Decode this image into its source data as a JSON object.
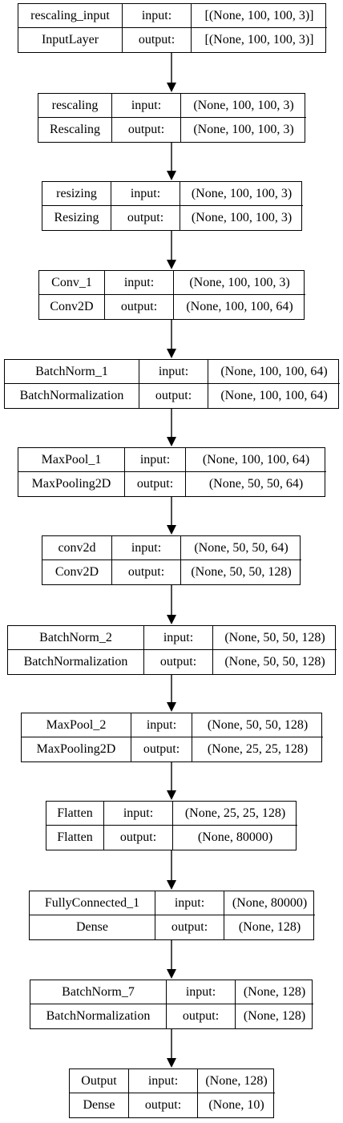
{
  "layers": [
    {
      "name": "rescaling_input",
      "type": "InputLayer",
      "input_label": "input:",
      "output_label": "output:",
      "input": "[(None, 100, 100, 3)]",
      "output": "[(None, 100, 100, 3)]"
    },
    {
      "name": "rescaling",
      "type": "Rescaling",
      "input_label": "input:",
      "output_label": "output:",
      "input": "(None, 100, 100, 3)",
      "output": "(None, 100, 100, 3)"
    },
    {
      "name": "resizing",
      "type": "Resizing",
      "input_label": "input:",
      "output_label": "output:",
      "input": "(None, 100, 100, 3)",
      "output": "(None, 100, 100, 3)"
    },
    {
      "name": "Conv_1",
      "type": "Conv2D",
      "input_label": "input:",
      "output_label": "output:",
      "input": "(None, 100, 100, 3)",
      "output": "(None, 100, 100, 64)"
    },
    {
      "name": "BatchNorm_1",
      "type": "BatchNormalization",
      "input_label": "input:",
      "output_label": "output:",
      "input": "(None, 100, 100, 64)",
      "output": "(None, 100, 100, 64)"
    },
    {
      "name": "MaxPool_1",
      "type": "MaxPooling2D",
      "input_label": "input:",
      "output_label": "output:",
      "input": "(None, 100, 100, 64)",
      "output": "(None, 50, 50, 64)"
    },
    {
      "name": "conv2d",
      "type": "Conv2D",
      "input_label": "input:",
      "output_label": "output:",
      "input": "(None, 50, 50, 64)",
      "output": "(None, 50, 50, 128)"
    },
    {
      "name": "BatchNorm_2",
      "type": "BatchNormalization",
      "input_label": "input:",
      "output_label": "output:",
      "input": "(None, 50, 50, 128)",
      "output": "(None, 50, 50, 128)"
    },
    {
      "name": "MaxPool_2",
      "type": "MaxPooling2D",
      "input_label": "input:",
      "output_label": "output:",
      "input": "(None, 50, 50, 128)",
      "output": "(None, 25, 25, 128)"
    },
    {
      "name": "Flatten",
      "type": "Flatten",
      "input_label": "input:",
      "output_label": "output:",
      "input": "(None, 25, 25, 128)",
      "output": "(None, 80000)"
    },
    {
      "name": "FullyConnected_1",
      "type": "Dense",
      "input_label": "input:",
      "output_label": "output:",
      "input": "(None, 80000)",
      "output": "(None, 128)"
    },
    {
      "name": "BatchNorm_7",
      "type": "BatchNormalization",
      "input_label": "input:",
      "output_label": "output:",
      "input": "(None, 128)",
      "output": "(None, 128)"
    },
    {
      "name": "Output",
      "type": "Dense",
      "input_label": "input:",
      "output_label": "output:",
      "input": "(None, 128)",
      "output": "(None, 10)"
    }
  ],
  "colors": {
    "stroke": "#000000",
    "background": "#ffffff"
  }
}
